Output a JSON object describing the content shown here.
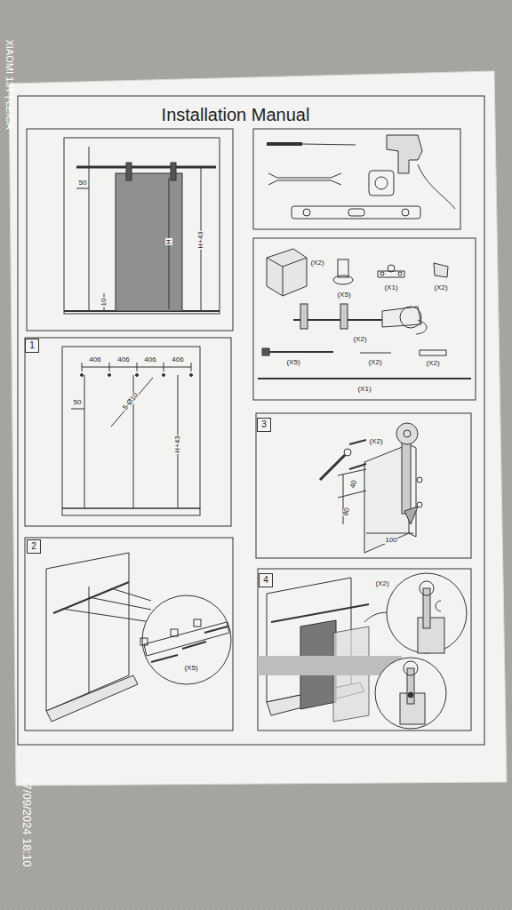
{
  "diagram": {
    "title": "Installation Manual",
    "nodes": [
      {
        "text": [
          "1"
        ]
      },
      {
        "text": [
          "3"
        ]
      },
      {
        "text": [
          "2"
        ]
      },
      {
        "text": [
          "4"
        ]
      }
    ],
    "labels": [
      "XIAOMI 13T | LEICA",
      "27/09/2024 18:10",
      "50",
      "H",
      "H+43",
      "10",
      "(X2)",
      "(X5)",
      "(X1)",
      "(X2)",
      "(X2)",
      "(X5)",
      "(X2)",
      "(X2)",
      "(X1)",
      "406",
      "406",
      "406",
      "406",
      "50",
      "5-Ø10",
      "H+43",
      "(X2)",
      "40",
      "80",
      "100",
      "(X5)",
      "(X2)"
    ]
  }
}
